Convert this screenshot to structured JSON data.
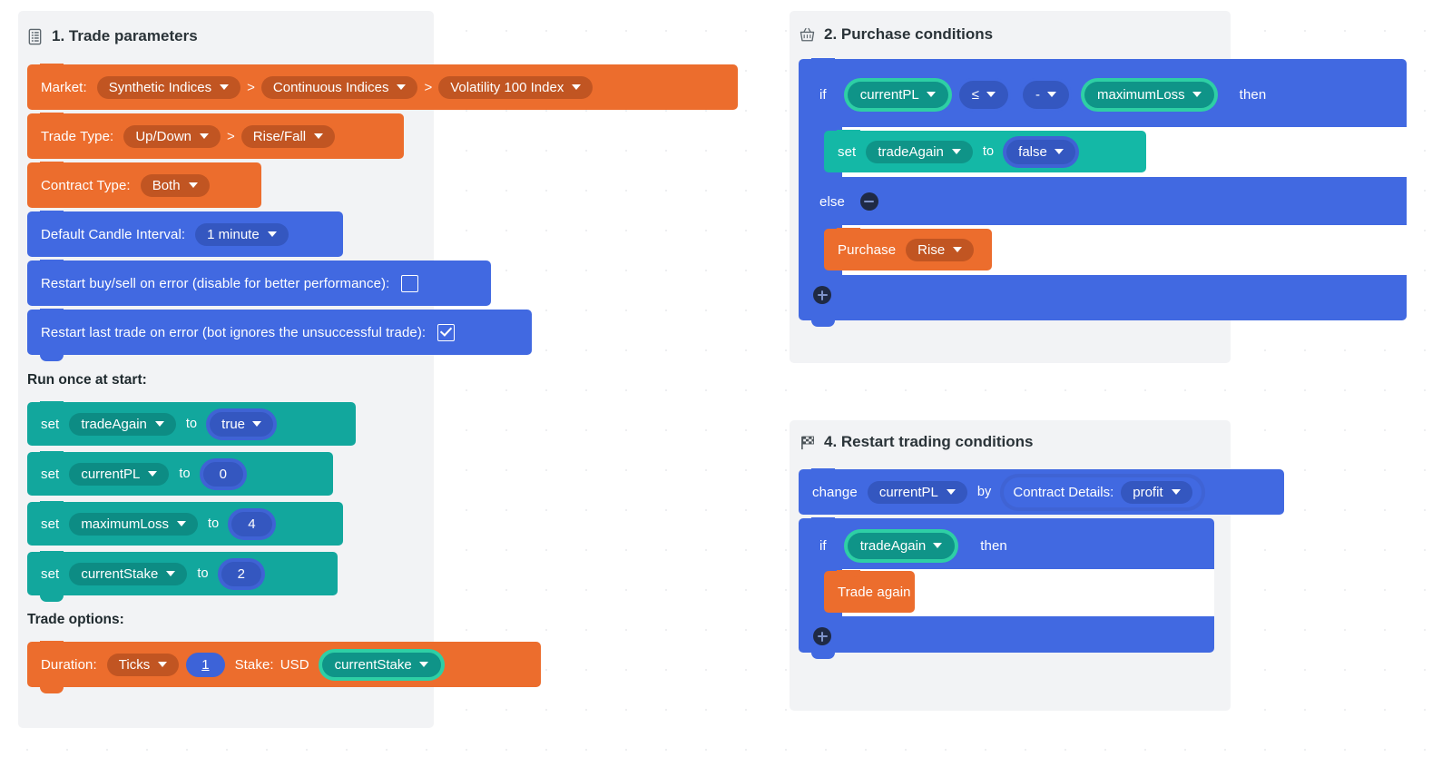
{
  "workspace": {
    "background": "#ffffff",
    "panel_color": "#f2f3f5"
  },
  "colors": {
    "orange": "#ec6d2d",
    "blue": "#4169e1",
    "teal": "#12a79d",
    "teal_ring": "#2ecfa5",
    "field_blue": "#3457c0",
    "number_blue": "#3d63d8"
  },
  "sections": [
    {
      "id": "trade-parameters",
      "icon": "clipboard-list-icon",
      "title": "1. Trade parameters",
      "subheads": [
        "Run once at start:",
        "Trade options:"
      ]
    },
    {
      "id": "purchase-conditions",
      "icon": "shopping-basket-icon",
      "title": "2. Purchase conditions"
    },
    {
      "id": "restart-trading-conditions",
      "icon": "checkered-flag-icon",
      "title": "4. Restart trading conditions"
    }
  ],
  "trade_definition": {
    "market": {
      "label": "Market:",
      "dropdowns": [
        "Synthetic Indices",
        "Continuous Indices",
        "Volatility 100 Index"
      ],
      "separator": ">"
    },
    "trade_type": {
      "label": "Trade Type:",
      "dropdowns": [
        "Up/Down",
        "Rise/Fall"
      ],
      "separator": ">"
    },
    "contract_type": {
      "label": "Contract Type:",
      "value": "Both"
    },
    "candle_interval": {
      "label": "Default Candle Interval:",
      "value": "1 minute"
    },
    "restart_buysell": {
      "label": "Restart buy/sell on error (disable for better performance):",
      "checked": false
    },
    "restart_last_trade": {
      "label": "Restart last trade on error (bot ignores the unsuccessful trade):",
      "checked": true
    }
  },
  "run_once_at_start": {
    "heading": "Run once at start:",
    "statements": [
      {
        "keyword": "set",
        "variable": "tradeAgain",
        "to": "to",
        "value": "true",
        "value_type": "boolean"
      },
      {
        "keyword": "set",
        "variable": "currentPL",
        "to": "to",
        "value": "0",
        "value_type": "number"
      },
      {
        "keyword": "set",
        "variable": "maximumLoss",
        "to": "to",
        "value": "4",
        "value_type": "number"
      },
      {
        "keyword": "set",
        "variable": "currentStake",
        "to": "to",
        "value": "2",
        "value_type": "number"
      }
    ]
  },
  "trade_options": {
    "heading": "Trade options:",
    "duration_label": "Duration:",
    "duration_unit": "Ticks",
    "duration_value": "1",
    "stake_label": "Stake:",
    "currency": "USD",
    "stake_variable": "currentStake"
  },
  "purchase_conditions": {
    "if_keyword": "if",
    "then_keyword": "then",
    "else_keyword": "else",
    "condition": {
      "left": "currentPL",
      "operator": "≤",
      "negation": "-",
      "right": "maximumLoss"
    },
    "then_statement": {
      "keyword": "set",
      "variable": "tradeAgain",
      "to": "to",
      "value": "false"
    },
    "else_statement": {
      "keyword": "Purchase",
      "value": "Rise"
    },
    "mutator_minus": "-",
    "mutator_plus": "+"
  },
  "restart_trading": {
    "change_keyword": "change",
    "change_variable": "currentPL",
    "by_keyword": "by",
    "contract_details_label": "Contract Details:",
    "contract_details_value": "profit",
    "if_keyword": "if",
    "if_variable": "tradeAgain",
    "then_keyword": "then",
    "action": "Trade again",
    "mutator_plus": "+"
  }
}
